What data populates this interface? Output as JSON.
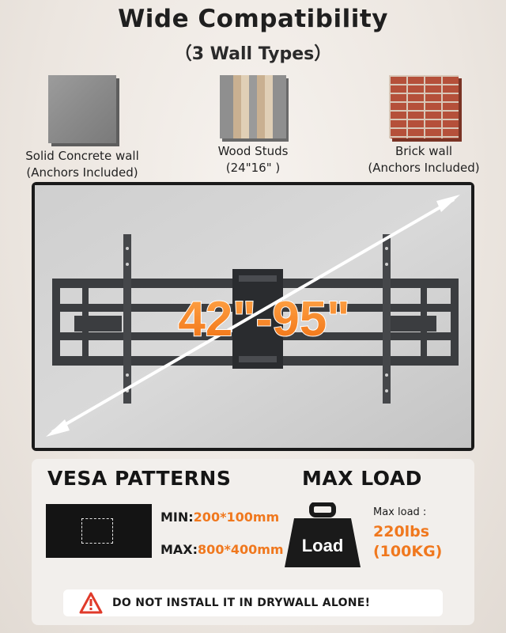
{
  "header": {
    "title": "Wide Compatibility",
    "subtitle": "（3 Wall Types）"
  },
  "walls": [
    {
      "name": "Solid Concrete wall",
      "note": "(Anchors Included)"
    },
    {
      "name": "Wood Studs",
      "note": "(24\"16\" )"
    },
    {
      "name": "Brick wall",
      "note": "(Anchors Included)"
    }
  ],
  "photo": {
    "size_range": "42\"-95\""
  },
  "vesa": {
    "heading": "VESA PATTERNS",
    "min_label": "MIN:",
    "min_value": "200*100mm",
    "max_label": "MAX:",
    "max_value": "800*400mm"
  },
  "load": {
    "heading": "MAX LOAD",
    "icon_text": "Load",
    "label": "Max load :",
    "lbs": "220lbs",
    "kg": "(100KG)"
  },
  "warning": {
    "text": "DO NOT INSTALL IT IN DRYWALL ALONE!"
  },
  "colors": {
    "accent": "#f0781e",
    "dark": "#1a1a1a"
  }
}
